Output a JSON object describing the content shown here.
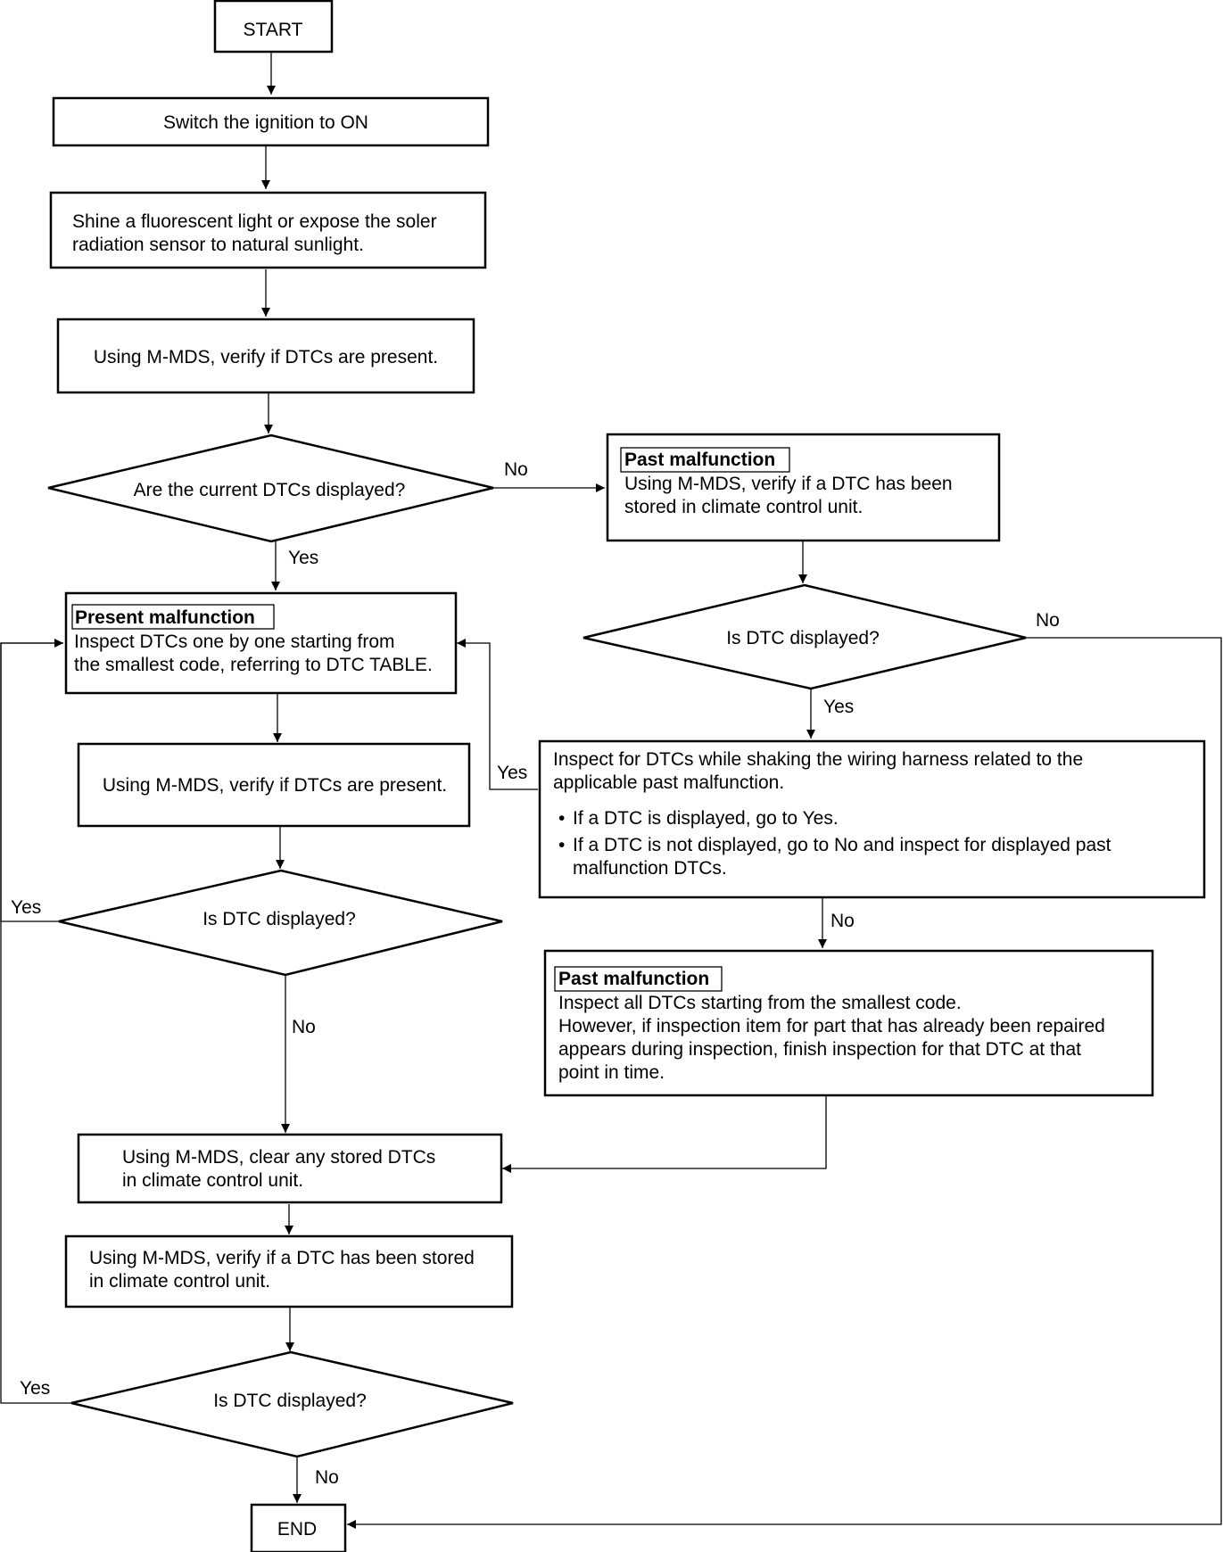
{
  "nodes": {
    "start": "START",
    "ignition": "Switch the ignition to ON",
    "shine": [
      "Shine a fluorescent light or expose the soler",
      "radiation sensor to natural sunlight."
    ],
    "verify1": "Using M-MDS, verify if DTCs are present.",
    "current_dtc": "Are the current DTCs displayed?",
    "past1": {
      "tag": "Past malfunction",
      "lines": [
        "Using M-MDS, verify if a DTC has been",
        "stored in climate control unit."
      ]
    },
    "dtc_right": "Is DTC displayed?",
    "present": {
      "tag": "Present malfunction",
      "lines": [
        "Inspect DTCs one by one starting from",
        "the smallest code, referring to DTC TABLE."
      ]
    },
    "verify2": "Using M-MDS, verify if DTCs are present.",
    "shake": {
      "lines": [
        "Inspect for DTCs while shaking the wiring harness related to the",
        "applicable past malfunction."
      ],
      "bullets": [
        [
          "If a DTC is displayed, go to Yes."
        ],
        [
          "If a DTC is not displayed, go to No and inspect for displayed past",
          "malfunction DTCs."
        ]
      ]
    },
    "dtc_mid": "Is DTC displayed?",
    "past2": {
      "tag": "Past malfunction",
      "lines": [
        "Inspect all DTCs starting from the smallest code.",
        "However, if inspection item for part that has already been repaired",
        "appears during inspection, finish inspection for that DTC at that",
        "point in time."
      ]
    },
    "clear": [
      "Using M-MDS, clear any stored DTCs",
      "in climate control unit."
    ],
    "verify3": [
      "Using M-MDS, verify if a DTC has been stored",
      "in climate control unit."
    ],
    "dtc_bottom": "Is DTC displayed?",
    "end": "END"
  },
  "labels": {
    "no_current": "No",
    "yes_current": "Yes",
    "no_right": "No",
    "yes_right": "Yes",
    "yes_shake": "Yes",
    "no_shake": "No",
    "yes_mid": "Yes",
    "no_mid": "No",
    "yes_bottom": "Yes",
    "no_bottom": "No"
  }
}
